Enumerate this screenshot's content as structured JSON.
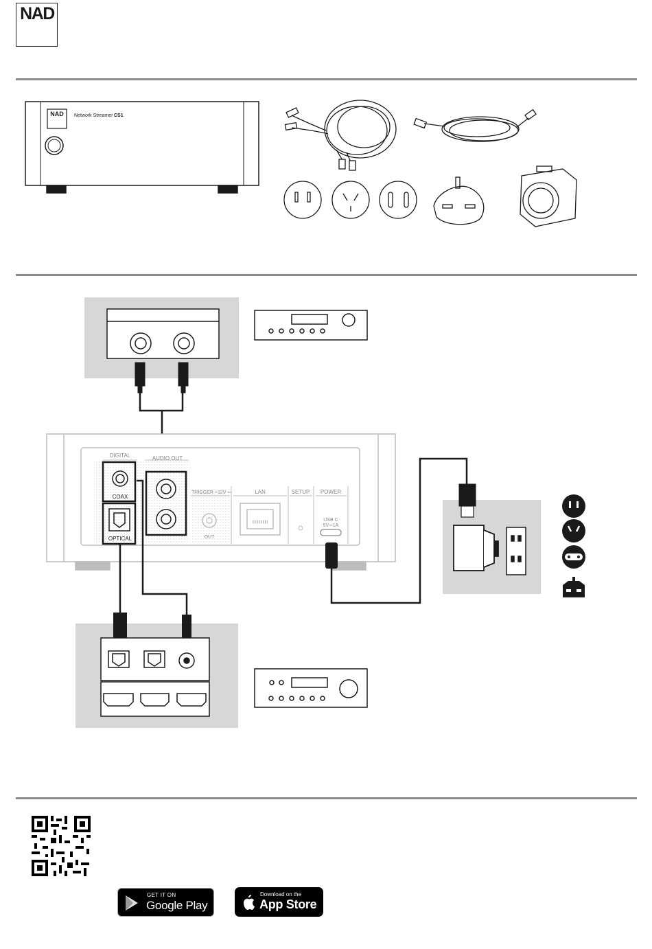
{
  "brand": {
    "logo": "NAD"
  },
  "unit_front": {
    "logo": "NAD",
    "model_label": "Network Streamer",
    "model": "CS1"
  },
  "rear_panel": {
    "digital_label": "DIGITAL",
    "audio_out_label": "AUDIO OUT",
    "coax_label": "COAX",
    "optical_label": "OPTICAL",
    "trigger_label": "TRIGGER +12V ⎓",
    "trigger_out_label": "OUT",
    "lan_label": "LAN",
    "setup_label": "SETUP",
    "power_label": "POWER",
    "usb_label": "USB C",
    "usb_rating": "5V⎓1A"
  },
  "qr": {
    "icon": "qr-code-icon"
  },
  "store_badges": {
    "google_small": "GET IT ON",
    "google_big": "Google Play",
    "apple_small": "Download on the",
    "apple_big": "App Store"
  },
  "colors": {
    "rule": "#8a8a8a",
    "panel": "#d7d7d7",
    "ink": "#1a1a1a",
    "badge": "#000000"
  }
}
